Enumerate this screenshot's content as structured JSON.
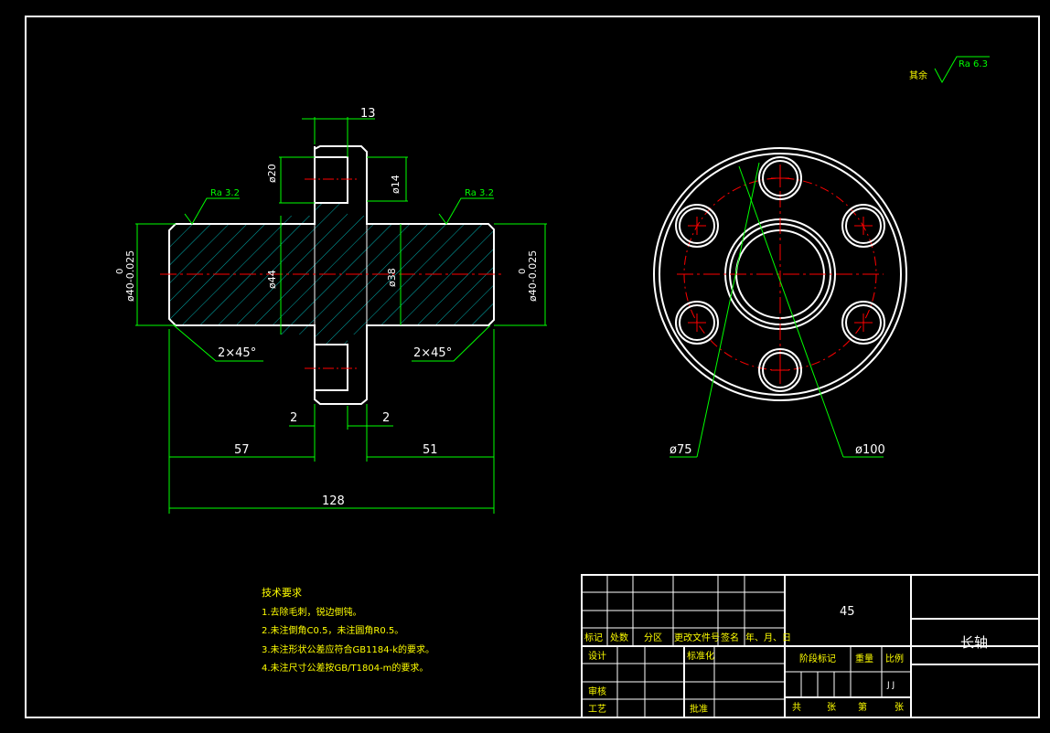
{
  "drawing": {
    "colors": {
      "background": "#000000",
      "outline": "#ffffff",
      "dimension": "#00ff00",
      "centerline": "#ff0000",
      "hatch": "#00b0b0",
      "annotation_text": "#ffff00"
    },
    "roughness": {
      "general_prefix": "其余",
      "general_value": "Ra 6.3",
      "left_value": "Ra 3.2",
      "right_value": "Ra 3.2"
    },
    "dimensions": {
      "d13": "13",
      "d20": "ø20",
      "d14": "ø14",
      "d44": "ø44",
      "d38": "ø38",
      "d40_left": "ø40-0.025",
      "d40_left_upper": "0",
      "d40_right": "ø40-0.025",
      "d40_right_upper": "0",
      "chamfer_left": "2×45°",
      "chamfer_right": "2×45°",
      "d2_left": "2",
      "d2_right": "2",
      "d57": "57",
      "d51": "51",
      "d128": "128",
      "d75": "ø75",
      "d100": "ø100"
    },
    "tech_requirements": {
      "title": "技术要求",
      "items": [
        "1.去除毛刺，锐边倒钝。",
        "2.未注倒角C0.5，未注圆角R0.5。",
        "3.未注形状公差应符合GB1184-k的要求。",
        "4.未注尺寸公差按GB/T1804-m的要求。"
      ]
    },
    "title_block": {
      "material": "45",
      "part_name": "长轴",
      "headers": [
        "标记",
        "处数",
        "分区",
        "更改文件号",
        "签名",
        "年、月、日"
      ],
      "design": "设计",
      "standardization": "标准化",
      "review": "审核",
      "process": "工艺",
      "approve": "批准",
      "stage_mark": "阶段标记",
      "weight": "重量",
      "scale": "比例",
      "scale_marks": "J J",
      "total": "共",
      "sheets": "张",
      "page": "第",
      "sheet": "张"
    }
  }
}
